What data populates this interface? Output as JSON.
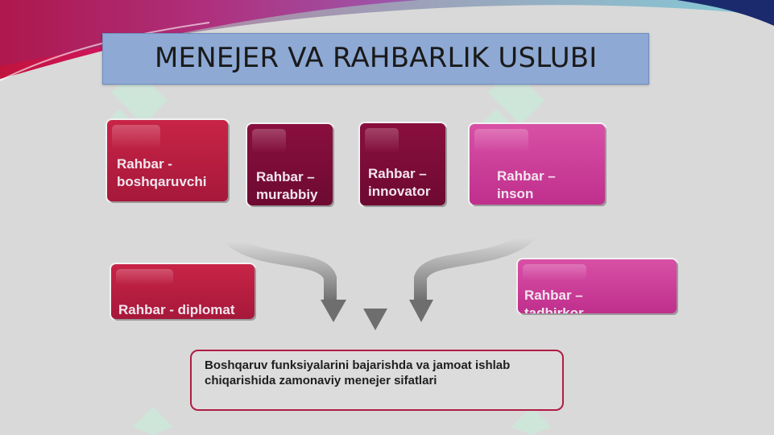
{
  "title": "MENEJER VA RAHBARLIK USLUBI",
  "boxes": {
    "boshqaruvchi": "Rahbar -\nboshqaruvchi",
    "murabbiy": "Rahbar –\nmurabbiy",
    "innovator": "Rahbar –\ninnovator",
    "inson": "Rahbar –\ninson",
    "diplomat": "Rahbar - diplomat",
    "tadbirkor": "Rahbar –\ntadbirkor"
  },
  "target": "Boshqaruv funksiyalarini bajarishda va jamoat ishlab chiqarishida zamonaviy menejer sifatlari",
  "colors": {
    "box_red": "#b81e40",
    "box_dark": "#7c0c37",
    "box_pink": "#cc3c98",
    "title_bg": "#8ea9d4",
    "target_border": "#b01d43"
  },
  "icons": [
    "decorative-ribbon",
    "watermark-logo",
    "down-arrow"
  ]
}
